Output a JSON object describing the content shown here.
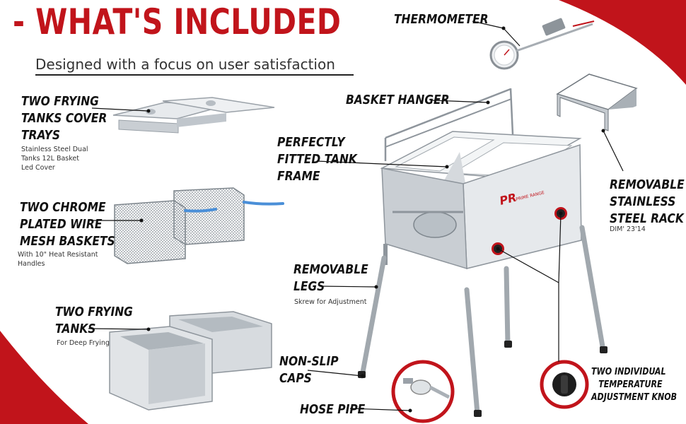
{
  "header": {
    "title": "- WHAT'S INCLUDED",
    "subtitle": "Designed with a focus on user satisfaction"
  },
  "brand": {
    "logo_text": "PR",
    "name": "PRIME RANGE"
  },
  "callouts": {
    "thermometer": {
      "title": "THERMOMETER"
    },
    "basket_hanger": {
      "title": "BASKET HANGER"
    },
    "cover_trays": {
      "title_lines": [
        "TWO FRYING",
        "TANKS COVER",
        "TRAYS"
      ],
      "note_lines": [
        "Stainless Steel Dual",
        "Tanks 12L Basket",
        "Led Cover"
      ]
    },
    "tank_frame": {
      "title_lines": [
        "PERFECTLY",
        "FITTED TANK",
        "FRAME"
      ]
    },
    "stainless_rack": {
      "title_lines": [
        "REMOVABLE",
        "STAINLESS",
        "STEEL RACK"
      ],
      "note": "DIM' 23'14"
    },
    "wire_baskets": {
      "title_lines": [
        "TWO CHROME",
        "PLATED WIRE",
        "MESH BASKETS"
      ],
      "note_lines": [
        "With 10\" Heat Resistant",
        "Handles"
      ]
    },
    "legs": {
      "title_lines": [
        "REMOVABLE",
        "LEGS"
      ],
      "note": "Skrew for Adjustment"
    },
    "frying_tanks": {
      "title_lines": [
        "TWO FRYING",
        "TANKS"
      ],
      "note": "For Deep Frying"
    },
    "caps": {
      "title_lines": [
        "NON-SLIP",
        "CAPS"
      ]
    },
    "hose": {
      "title": "HOSE PIPE"
    },
    "knob": {
      "title_lines": [
        "TWO INDIVIDUAL",
        "TEMPERATURE",
        "ADJUSTMENT KNOB"
      ]
    }
  },
  "colors": {
    "brand_red": "#c1141b",
    "steel": "#d9dde1",
    "steel_dark": "#9aa1a8",
    "leader": "#111111",
    "handle_blue": "#4a8fd8"
  },
  "icons": [
    "thermometer-icon",
    "fryer-stand-icon",
    "burner-valve-icon",
    "knob-icon",
    "basket-icon",
    "tank-icon",
    "tray-icon",
    "rack-icon"
  ]
}
